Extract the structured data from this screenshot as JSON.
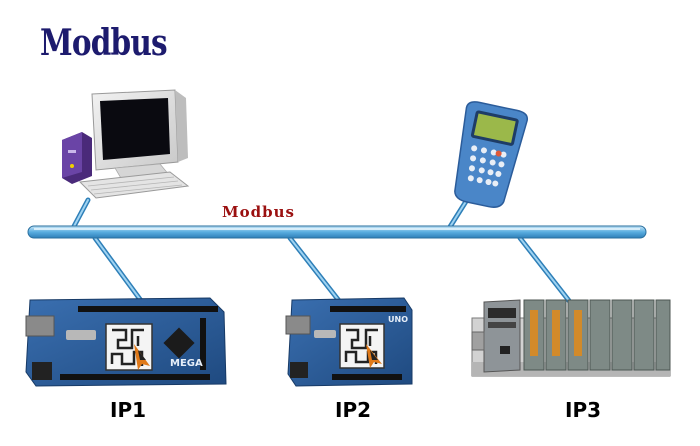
{
  "title": "Modbus",
  "bus_label": "Modbus",
  "nodes": [
    {
      "label": "IP1",
      "device": "arduino-mega-board"
    },
    {
      "label": "IP2",
      "device": "arduino-uno-board"
    },
    {
      "label": "IP3",
      "device": "plc-controller"
    }
  ],
  "devices_top": [
    "desktop-computer",
    "handheld-terminal"
  ],
  "board_text": {
    "mega": "MEGA",
    "uno": "UNO"
  },
  "colors": {
    "title": "#1d1b6e",
    "bus_label": "#9b1010",
    "bus": "#5fb3e0",
    "board": "#2b5c9a"
  }
}
